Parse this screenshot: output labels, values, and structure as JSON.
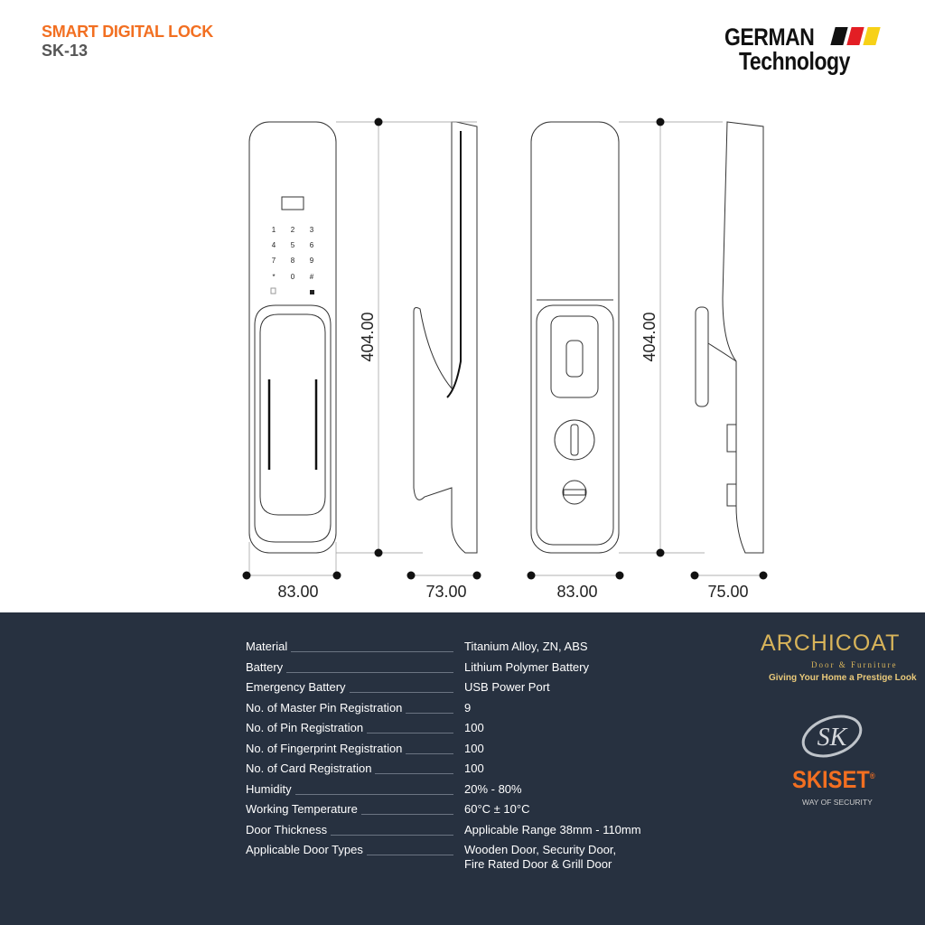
{
  "header": {
    "title": "SMART DIGITAL LOCK",
    "model": "SK-13"
  },
  "brand_badge": {
    "line1": "GERMAN",
    "line2": "Technology",
    "flag_colors": [
      "#111111",
      "#e31e24",
      "#f7d117"
    ]
  },
  "drawing": {
    "keypad": [
      "1",
      "2",
      "3",
      "4",
      "5",
      "6",
      "7",
      "8",
      "9",
      "*",
      "0",
      "#"
    ],
    "dimensions": {
      "front_height": "404.00",
      "front_width": "83.00",
      "front_depth": "73.00",
      "back_height": "404.00",
      "back_width": "83.00",
      "back_depth": "75.00"
    }
  },
  "specs": [
    {
      "label": "Material",
      "value": "Titanium Alloy, ZN, ABS"
    },
    {
      "label": "Battery",
      "value": "Lithium Polymer Battery"
    },
    {
      "label": "Emergency Battery",
      "value": "USB Power Port"
    },
    {
      "label": "No. of Master Pin Registration",
      "value": "9"
    },
    {
      "label": "No. of Pin Registration",
      "value": "100"
    },
    {
      "label": "No. of Fingerprint Registration",
      "value": "100"
    },
    {
      "label": "No. of Card Registration",
      "value": "100"
    },
    {
      "label": "Humidity",
      "value": "20% - 80%"
    },
    {
      "label": "Working Temperature",
      "value": "60°C ± 10°C"
    },
    {
      "label": "Door Thickness",
      "value": "Applicable Range 38mm - 110mm"
    },
    {
      "label": "Applicable Door Types",
      "value": "Wooden Door, Security Door,",
      "value2": "Fire Rated Door & Grill Door"
    }
  ],
  "logos": {
    "archicoat": {
      "name": "ARCHICOAT",
      "sub": "Door & Furniture",
      "tagline": "Giving Your Home a Prestige Look"
    },
    "skiset": {
      "name": "SKISET",
      "mark": "®",
      "tagline": "WAY OF SECURITY",
      "monogram": "SK"
    }
  },
  "colors": {
    "accent": "#f26f21",
    "panel": "#273140",
    "gold": "#d8b45a"
  }
}
